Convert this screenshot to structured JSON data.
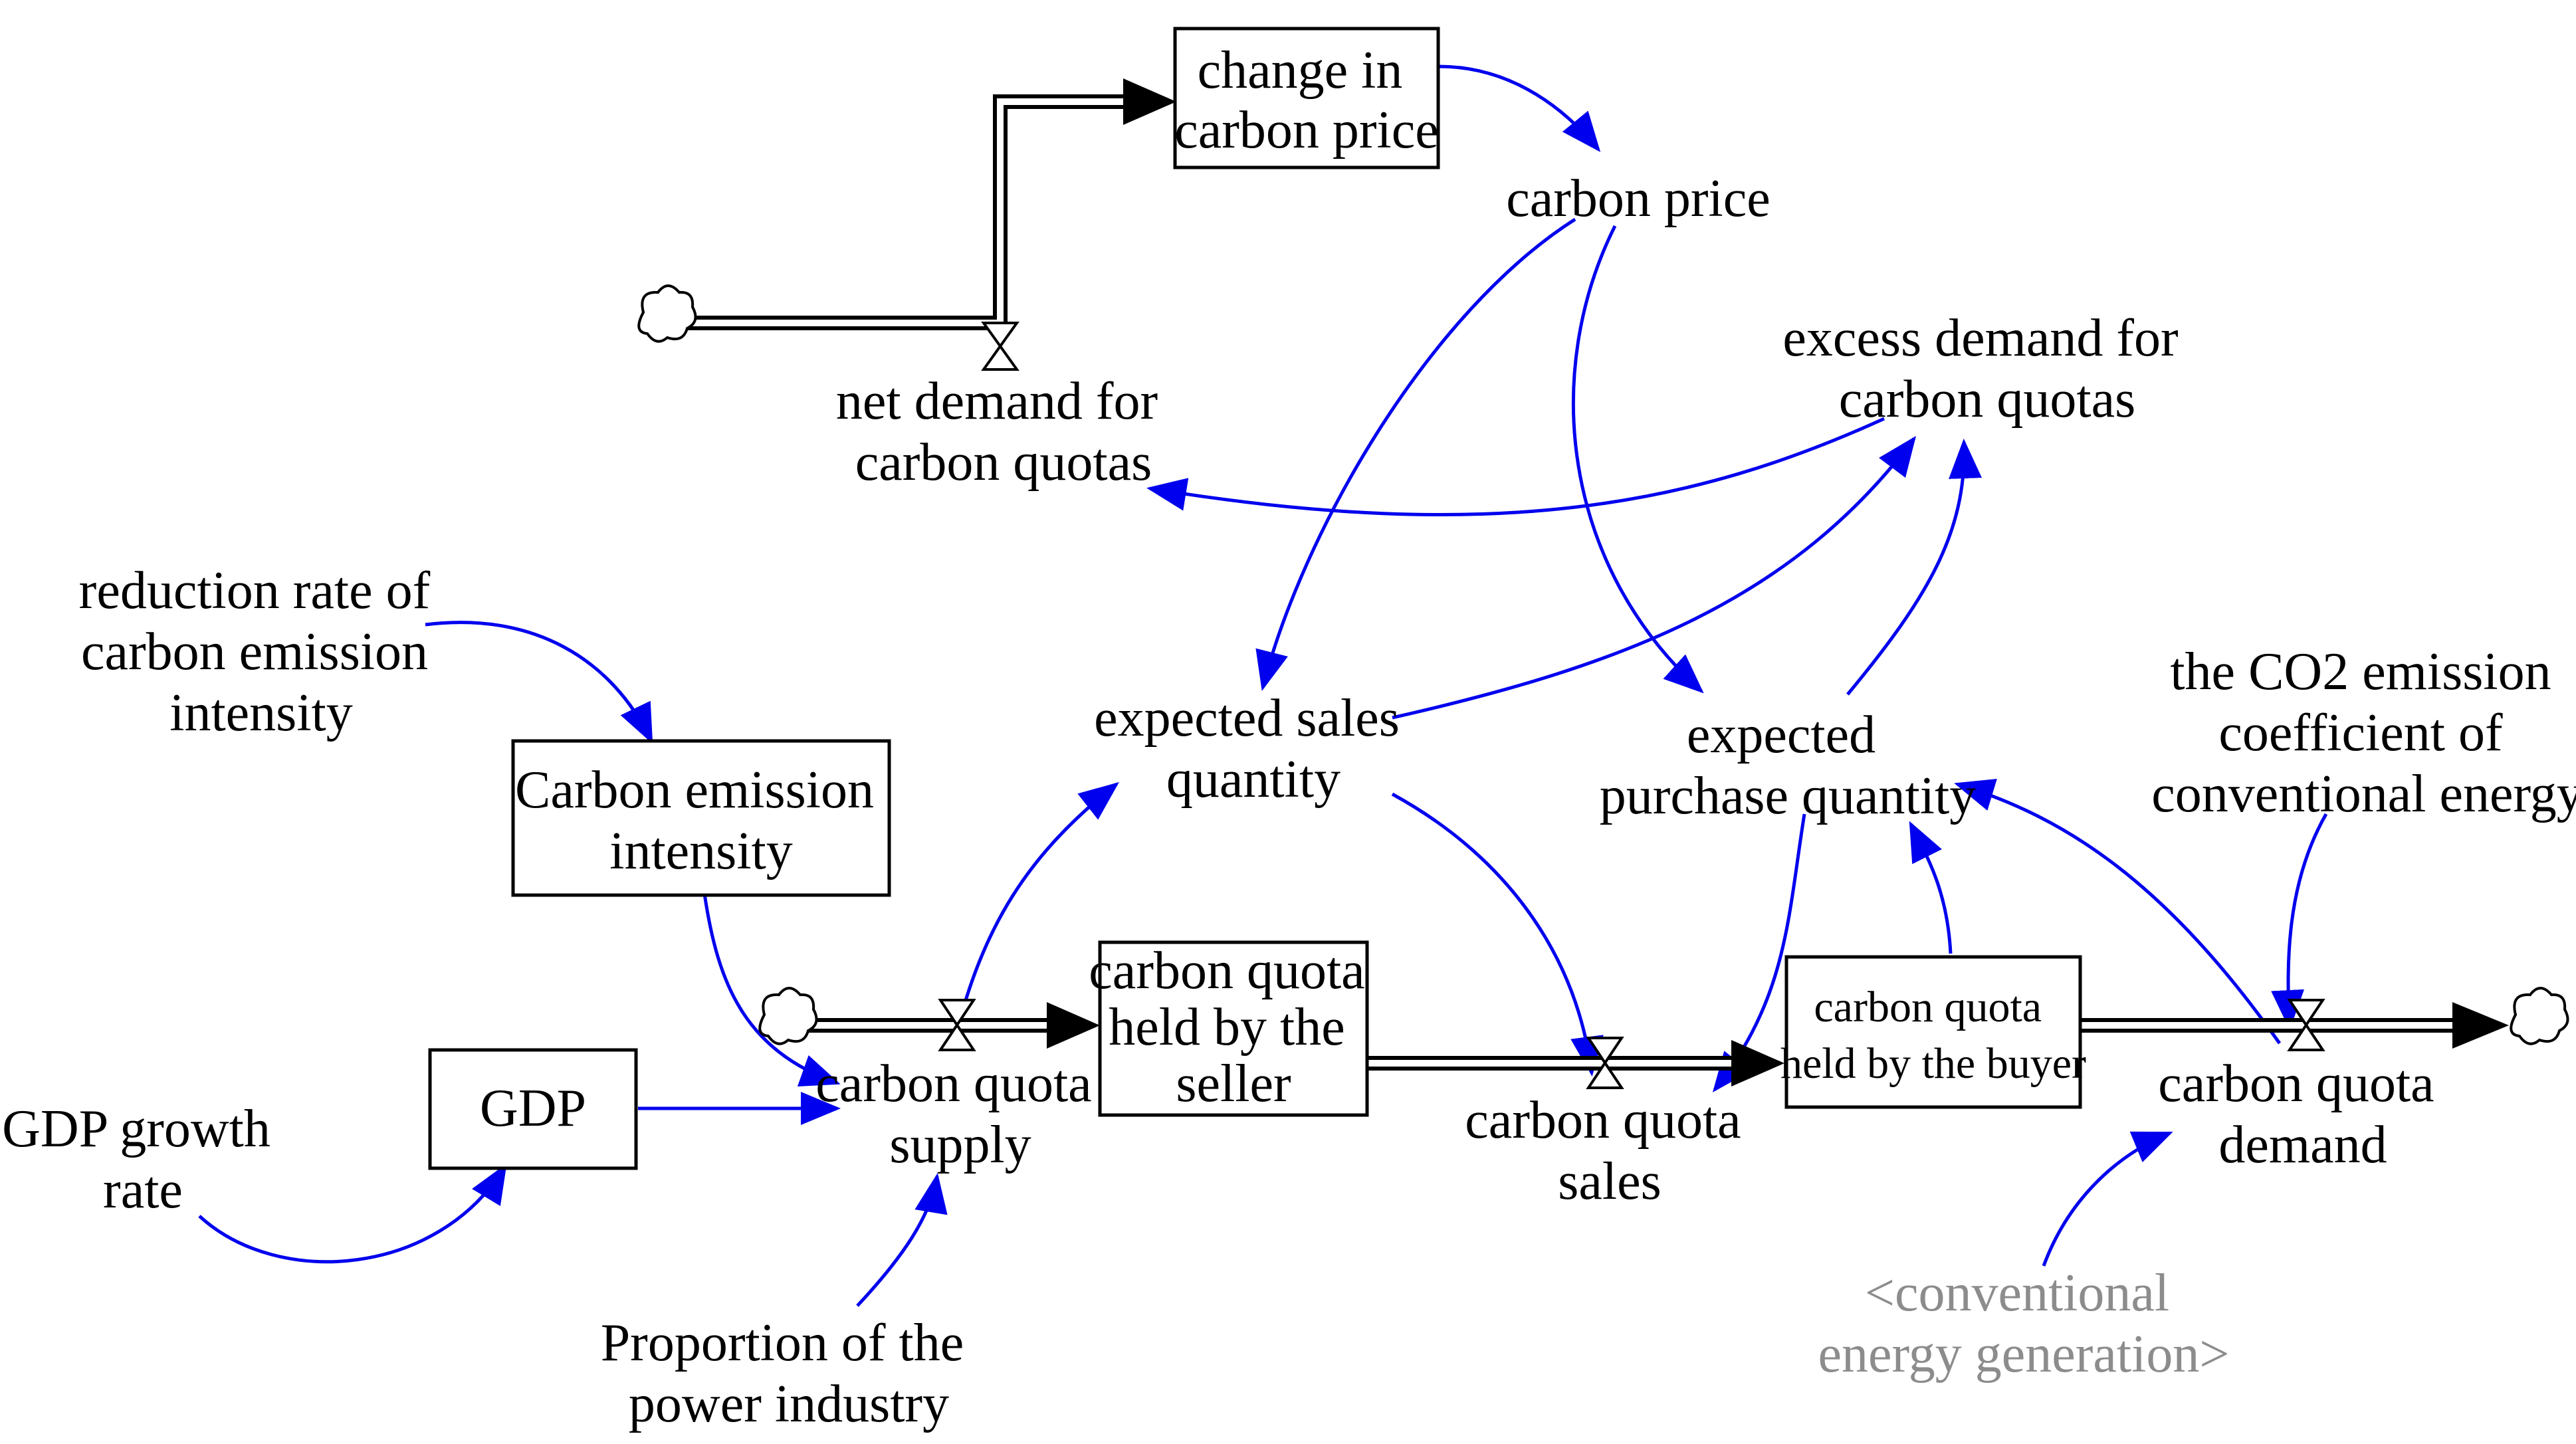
{
  "nodes": {
    "change_in_carbon_price": [
      "change in",
      "carbon price"
    ],
    "carbon_price": [
      "carbon price"
    ],
    "net_demand": [
      "net demand for",
      "carbon quotas"
    ],
    "excess_demand": [
      "excess demand for",
      "carbon quotas"
    ],
    "reduction_rate": [
      "reduction rate of",
      "carbon emission",
      "intensity"
    ],
    "carbon_emission_intensity": [
      "Carbon emission",
      "intensity"
    ],
    "expected_sales": [
      "expected sales",
      "quantity"
    ],
    "expected_purchase": [
      "expected",
      "purchase quantity"
    ],
    "co2_coefficient": [
      "the CO2 emission",
      "coefficient of",
      "conventional energy"
    ],
    "quota_held_seller": [
      "carbon quota",
      "held by the",
      "seller"
    ],
    "quota_held_buyer": [
      "carbon quota",
      "held by the buyer"
    ],
    "quota_supply": [
      "carbon quota",
      "supply"
    ],
    "quota_sales": [
      "carbon quota",
      "sales"
    ],
    "quota_demand": [
      "carbon quota",
      "demand"
    ],
    "gdp": [
      "GDP"
    ],
    "gdp_growth": [
      "GDP growth",
      "rate"
    ],
    "proportion_power": [
      "Proportion of the",
      "power industry"
    ],
    "conventional_energy": [
      "<conventional",
      "energy generation>"
    ]
  },
  "colors": {
    "link": "#0000ee",
    "stock_border": "#000000",
    "shadow_variable": "#8c8c8c",
    "background": "#ffffff"
  },
  "icons": [
    "cloud-icon",
    "valve-icon",
    "arrowhead-icon"
  ]
}
